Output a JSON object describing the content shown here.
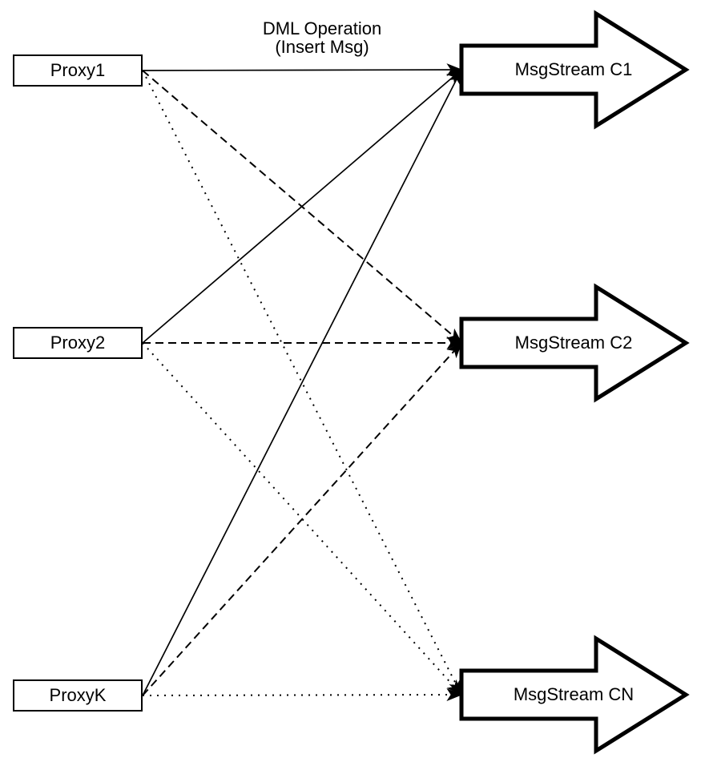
{
  "diagram": {
    "edge_label": {
      "line1": "DML Operation",
      "line2": "(Insert Msg)"
    },
    "proxies": [
      {
        "id": "proxy1",
        "label": "Proxy1"
      },
      {
        "id": "proxy2",
        "label": "Proxy2"
      },
      {
        "id": "proxyk",
        "label": "ProxyK"
      }
    ],
    "streams": [
      {
        "id": "c1",
        "label": "MsgStream C1"
      },
      {
        "id": "c2",
        "label": "MsgStream C2"
      },
      {
        "id": "cn",
        "label": "MsgStream CN"
      }
    ],
    "edges": [
      {
        "from": "proxy1",
        "to": "c1",
        "style": "solid"
      },
      {
        "from": "proxy1",
        "to": "c2",
        "style": "dashed"
      },
      {
        "from": "proxy1",
        "to": "cn",
        "style": "dotted"
      },
      {
        "from": "proxy2",
        "to": "c1",
        "style": "solid"
      },
      {
        "from": "proxy2",
        "to": "c2",
        "style": "dashed"
      },
      {
        "from": "proxy2",
        "to": "cn",
        "style": "dotted"
      },
      {
        "from": "proxyk",
        "to": "c1",
        "style": "solid"
      },
      {
        "from": "proxyk",
        "to": "c2",
        "style": "dashed"
      },
      {
        "from": "proxyk",
        "to": "cn",
        "style": "dotted"
      }
    ],
    "colors": {
      "ink": "#000000",
      "background": "#ffffff"
    }
  }
}
